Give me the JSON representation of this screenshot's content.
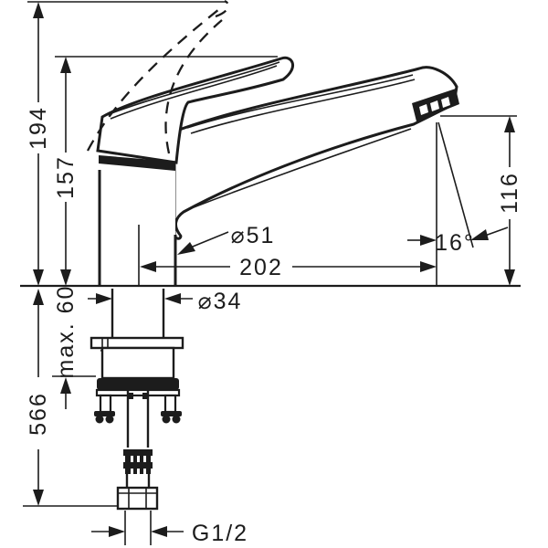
{
  "drawing": {
    "type": "technical-dimension-drawing",
    "subject": "single-lever kitchen mixer faucet, side view with under-counter mounting and supply connector",
    "ink_color": "#1c1c1c",
    "background_color": "#ffffff",
    "units": "mm (implied)",
    "dimensions": {
      "total_height": "194",
      "height_to_spout_base": "157",
      "outlet_height": "116",
      "body_diameter": "⌀51",
      "spout_reach": "202",
      "shaft_diameter": "⌀34",
      "max_mounting_thickness": "max. 60",
      "connection_length": "566",
      "outlet_angle": "16°",
      "thread_size": "G1/2"
    }
  }
}
